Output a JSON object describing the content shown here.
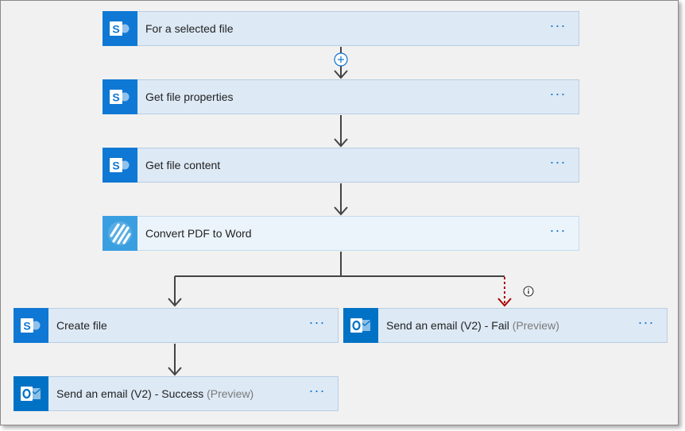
{
  "flow": {
    "steps": [
      {
        "id": "trigger",
        "title": "For a selected file",
        "suffix": "",
        "menu": "···",
        "icon": "sharepoint-icon"
      },
      {
        "id": "props",
        "title": "Get file properties",
        "suffix": "",
        "menu": "···",
        "icon": "sharepoint-icon"
      },
      {
        "id": "content",
        "title": "Get file content",
        "suffix": "",
        "menu": "···",
        "icon": "sharepoint-icon"
      },
      {
        "id": "convert",
        "title": "Convert PDF to Word",
        "suffix": "",
        "menu": "···",
        "icon": "pdf-convert-icon"
      },
      {
        "id": "create",
        "title": "Create file",
        "suffix": "",
        "menu": "···",
        "icon": "sharepoint-icon"
      },
      {
        "id": "success",
        "title": "Send an email (V2) - Success",
        "suffix": "(Preview)",
        "menu": "···",
        "icon": "outlook-icon"
      },
      {
        "id": "fail",
        "title": "Send an email (V2) - Fail",
        "suffix": "(Preview)",
        "menu": "···",
        "icon": "outlook-icon"
      }
    ]
  },
  "colors": {
    "sharepoint": "#0f78d4",
    "outlook": "#0072c6",
    "pdf": "#3a9fe0",
    "connector": "#444444",
    "failure_connector": "#a80000",
    "menu_dots": "#0b74d1"
  }
}
